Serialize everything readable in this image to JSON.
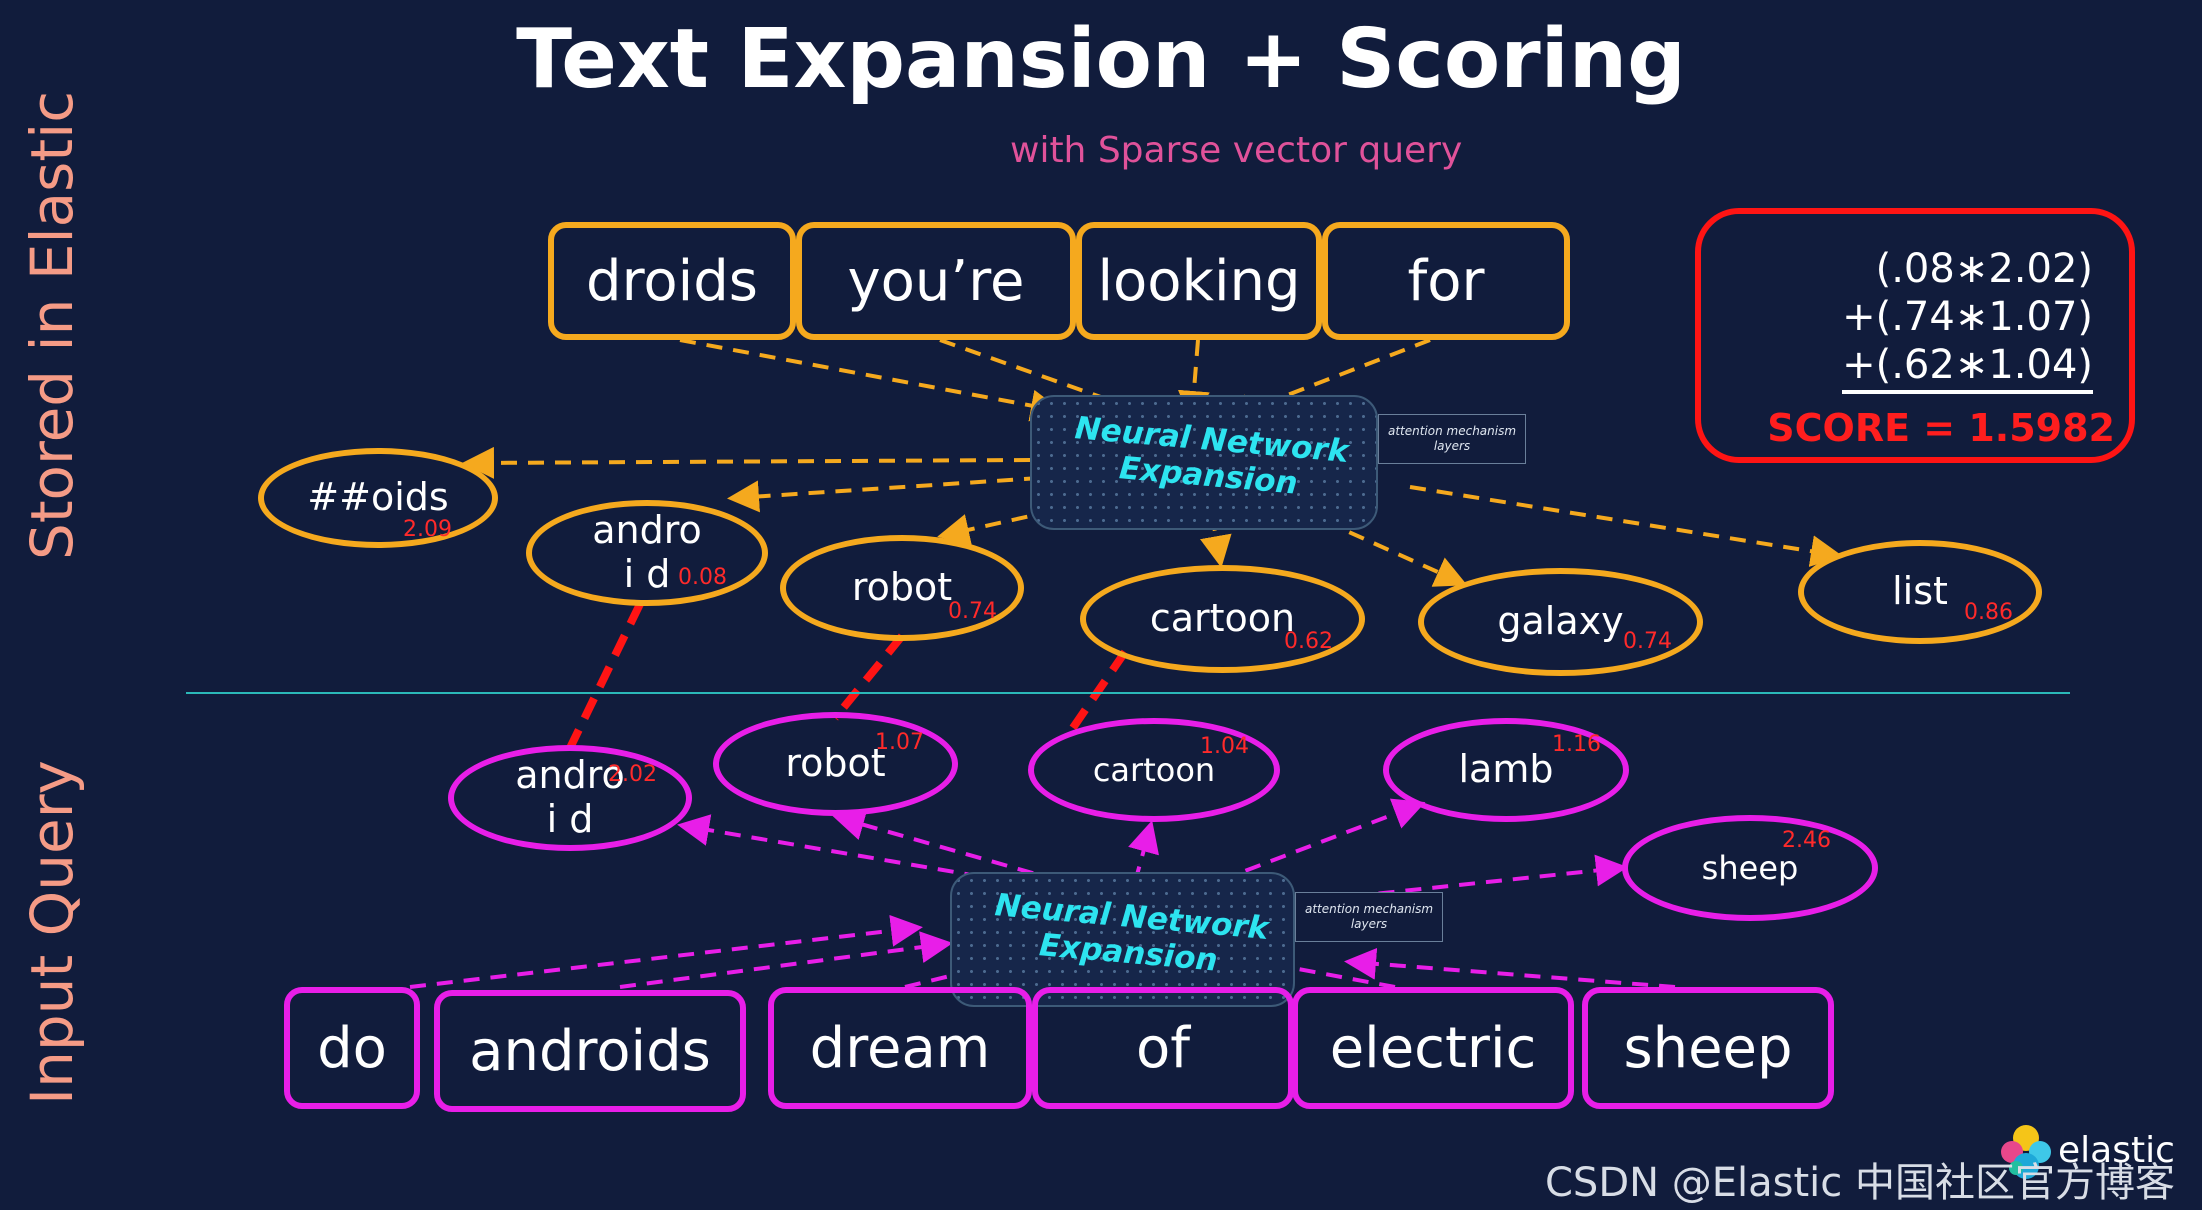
{
  "title": "Text Expansion + Scoring",
  "subtitle": "with Sparse vector query",
  "side_labels": {
    "stored": "Stored in Elastic",
    "input": "Input Query"
  },
  "stored_words": [
    "droids",
    "you’re",
    "looking",
    "for"
  ],
  "input_words": [
    "do",
    "androids",
    "dream",
    "of",
    "electric",
    "sheep"
  ],
  "neural_network": {
    "label_line1": "Neural Network",
    "label_line2": "Expansion"
  },
  "attention_label": "attention mechanism layers",
  "stored_expansion": [
    {
      "token": "##oids",
      "weight": "2.09"
    },
    {
      "token": "androi d",
      "weight": "0.08"
    },
    {
      "token": "robot",
      "weight": "0.74"
    },
    {
      "token": "cartoon",
      "weight": "0.62"
    },
    {
      "token": "galaxy",
      "weight": "0.74"
    },
    {
      "token": "list",
      "weight": "0.86"
    }
  ],
  "query_expansion": [
    {
      "token": "androi d",
      "weight": "2.02"
    },
    {
      "token": "robot",
      "weight": "1.07"
    },
    {
      "token": "cartoon",
      "weight": "1.04"
    },
    {
      "token": "lamb",
      "weight": "1.16"
    },
    {
      "token": "sheep",
      "weight": "2.46"
    }
  ],
  "score": {
    "line1": "(.08∗2.02)",
    "line2": "+(.74∗1.07)",
    "line3": "+(.62∗1.04)",
    "total": "SCORE = 1.5982"
  },
  "colors": {
    "stored": "#f5a91e",
    "input": "#e81ee8",
    "match": "#ff1414",
    "nn_text": "#2de4f0"
  },
  "logo_text": "elastic",
  "watermark": "CSDN @Elastic 中国社区官方博客"
}
